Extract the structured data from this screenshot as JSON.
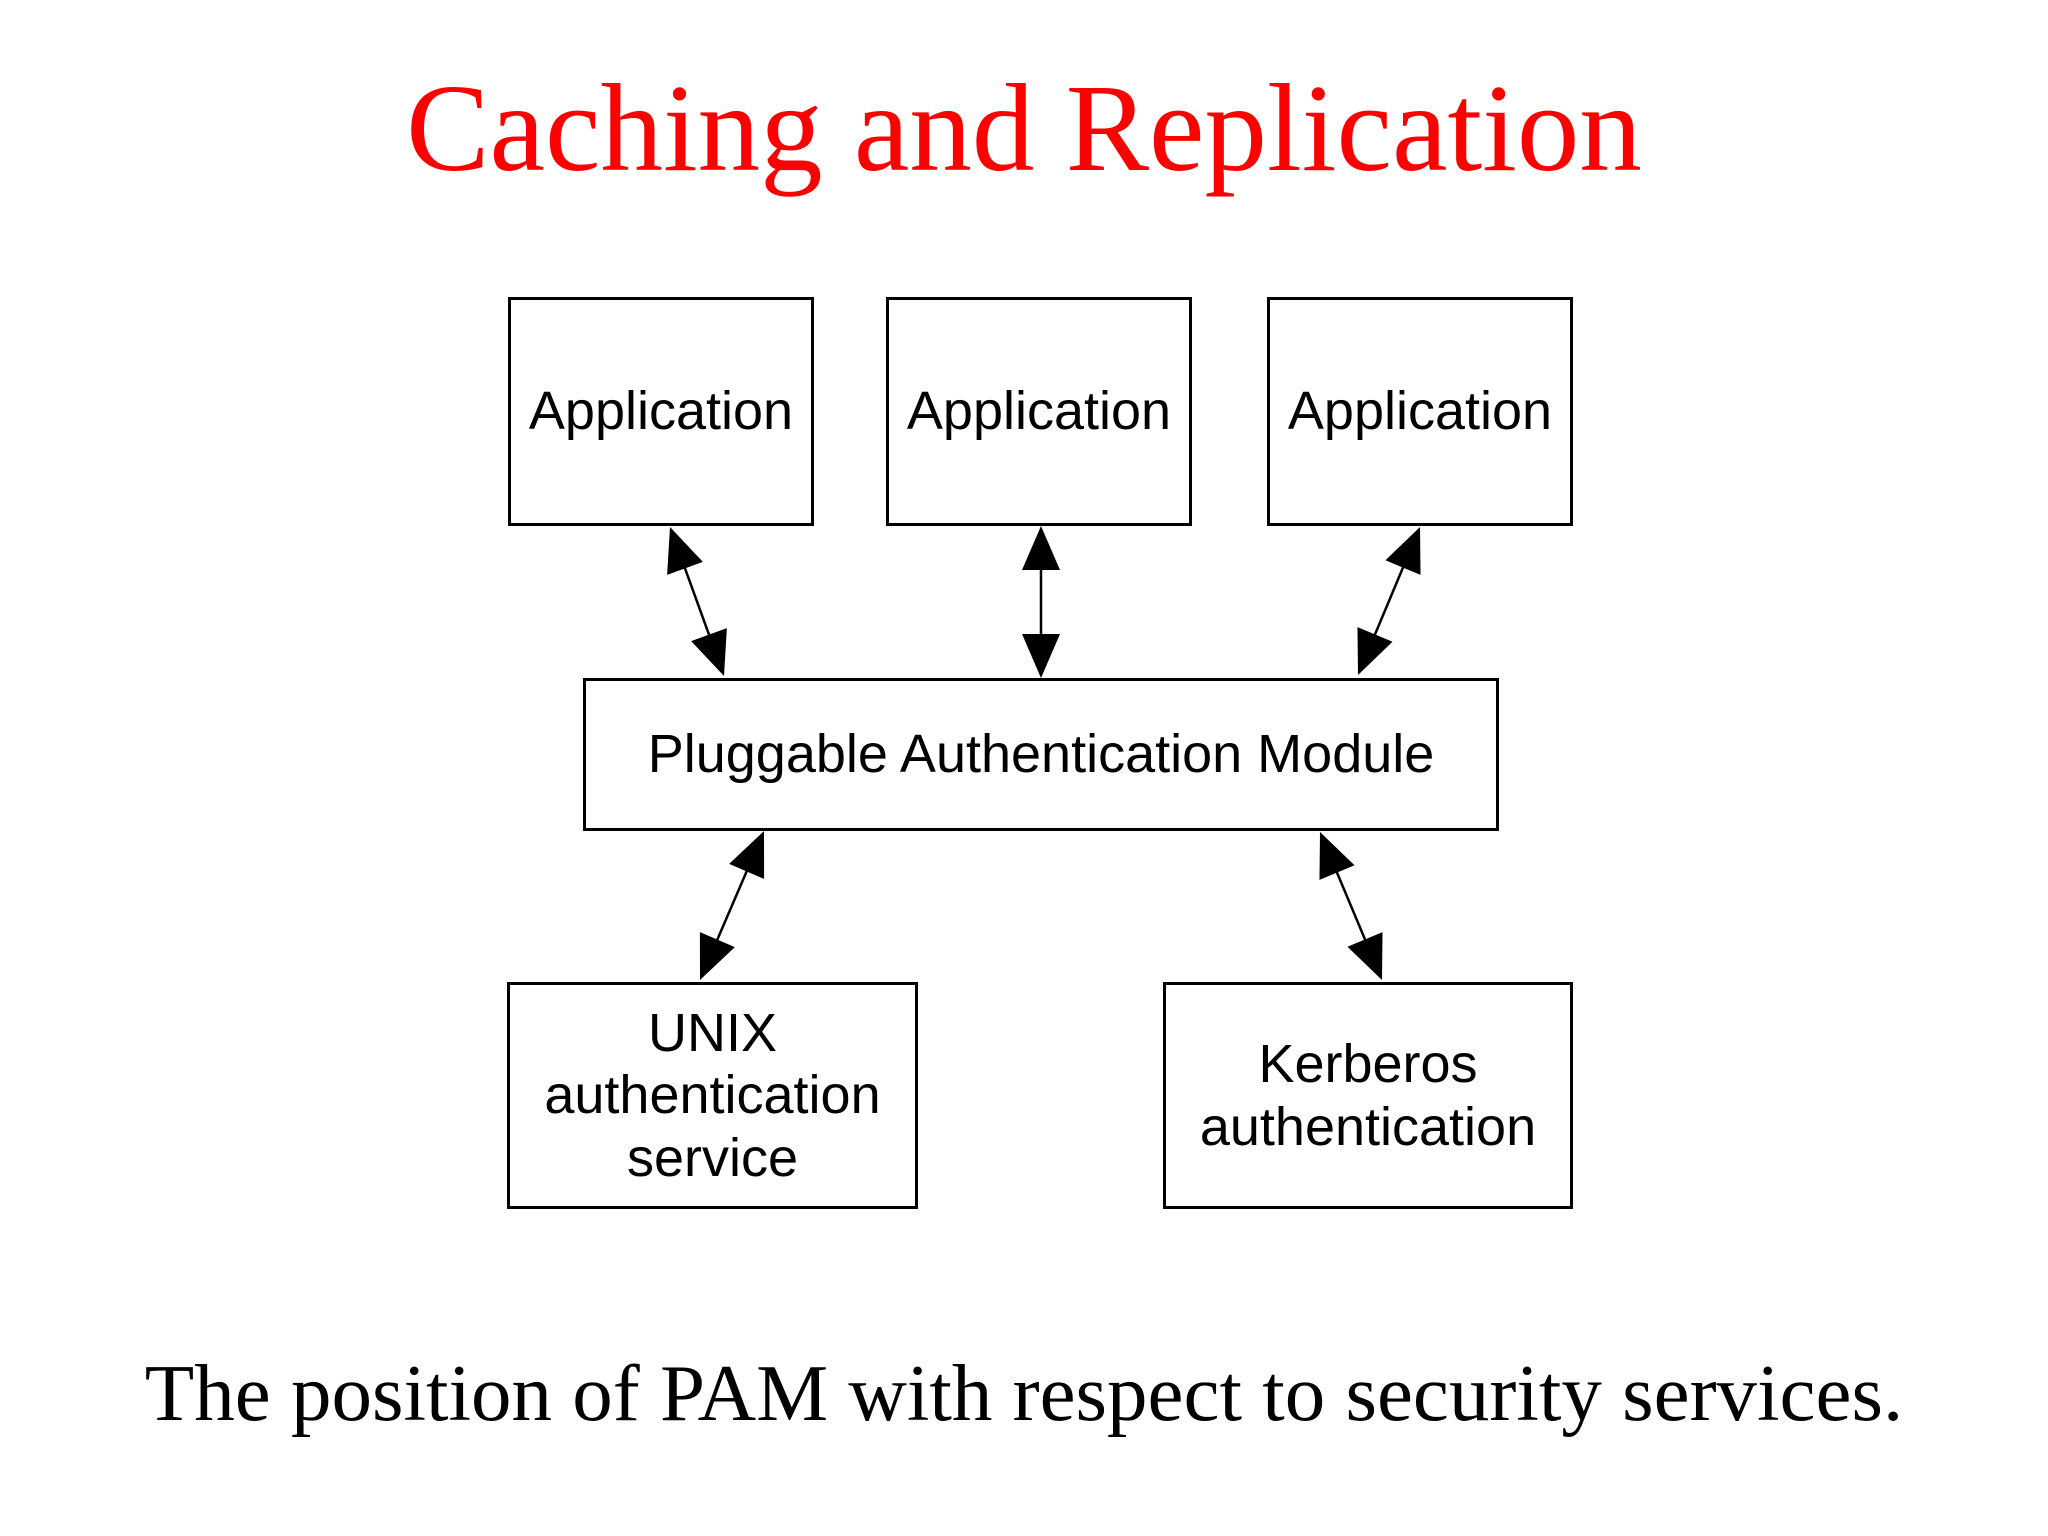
{
  "slide": {
    "title": "Caching and Replication",
    "caption": "The position of PAM with respect to security services."
  },
  "colors": {
    "background": "#ffffff",
    "title_red": "#fb0200",
    "diagram_ink": "#000000"
  },
  "diagram": {
    "nodes": [
      {
        "id": "app-1",
        "label": "Application"
      },
      {
        "id": "app-2",
        "label": "Application"
      },
      {
        "id": "app-3",
        "label": "Application"
      },
      {
        "id": "pam",
        "label": "Pluggable Authentication Module"
      },
      {
        "id": "unix-auth",
        "label": "UNIX authentication service"
      },
      {
        "id": "kerberos-auth",
        "label": "Kerberos authentication"
      }
    ],
    "edges": [
      {
        "from": "app-1",
        "to": "pam",
        "bidirectional": true
      },
      {
        "from": "app-2",
        "to": "pam",
        "bidirectional": true
      },
      {
        "from": "app-3",
        "to": "pam",
        "bidirectional": true
      },
      {
        "from": "pam",
        "to": "unix-auth",
        "bidirectional": true
      },
      {
        "from": "pam",
        "to": "kerberos-auth",
        "bidirectional": true
      }
    ]
  }
}
